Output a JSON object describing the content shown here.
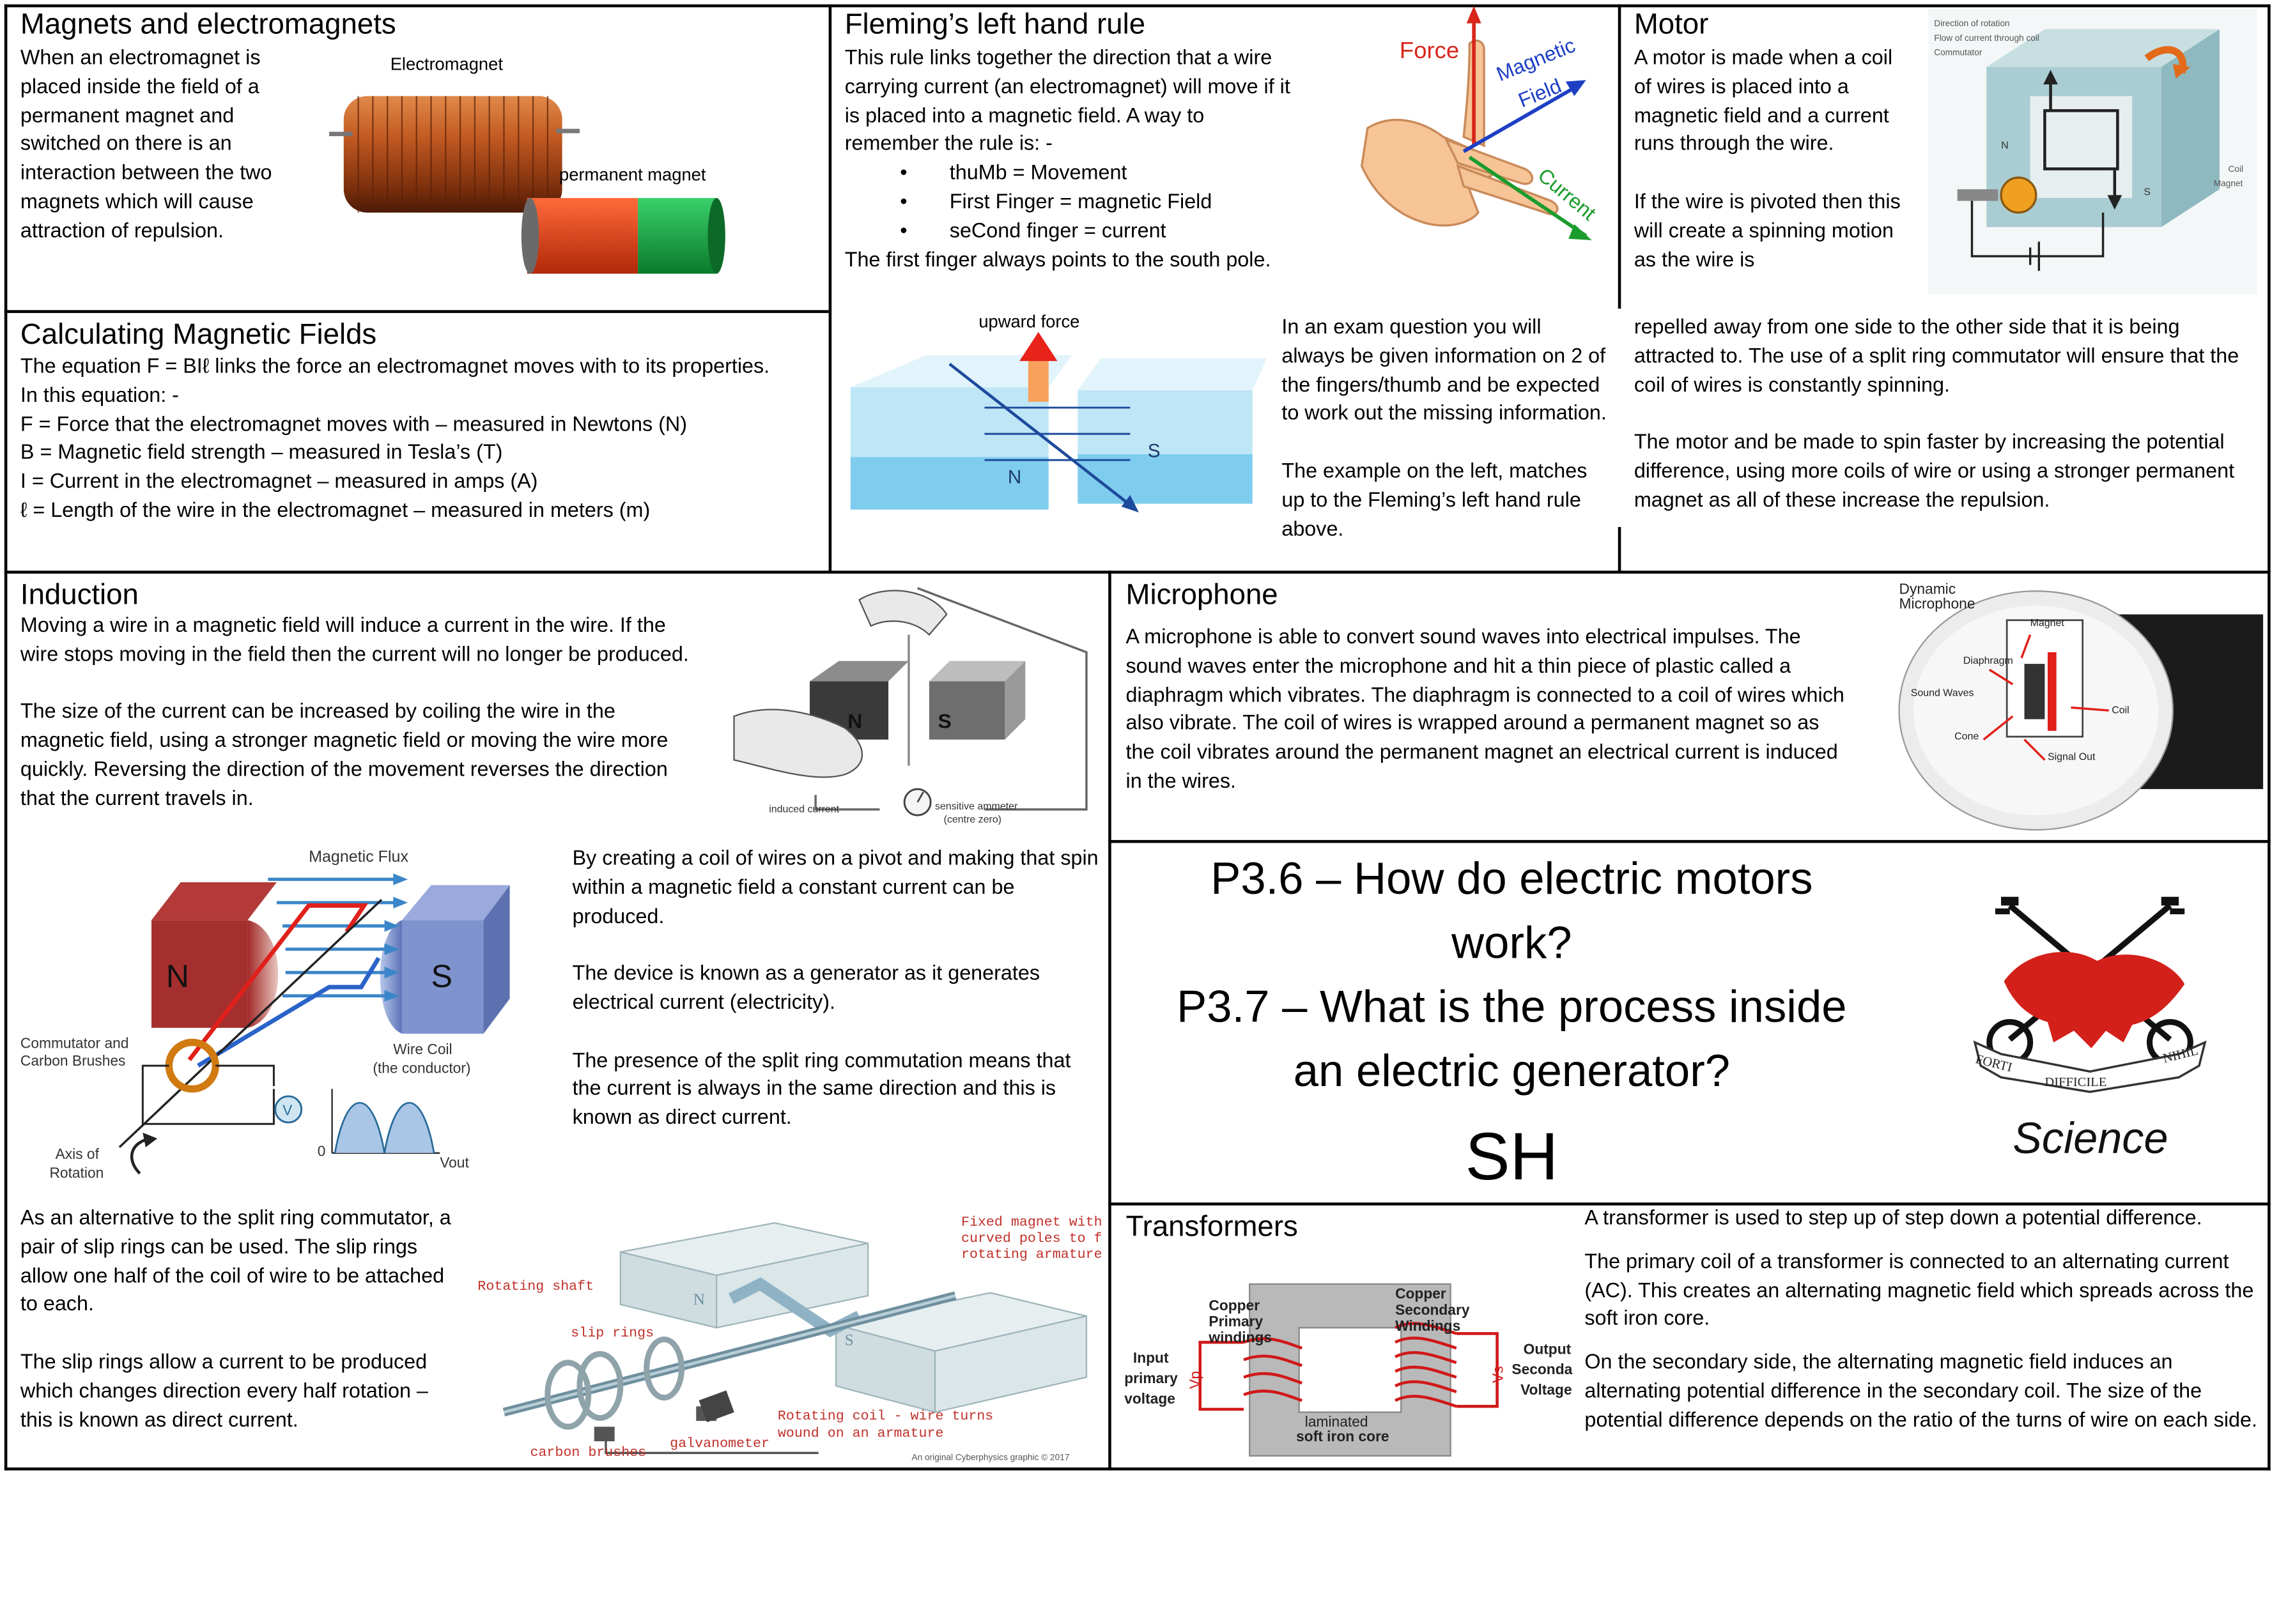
{
  "magnets": {
    "heading": "Magnets and electromagnets",
    "body": "When an electromagnet is placed inside the field of a permanent magnet and switched on there is an interaction between the two magnets which will cause attraction of repulsion.",
    "figure": {
      "electromagnet_label": "Electromagnet",
      "permanent_label": "permanent magnet"
    }
  },
  "calculating": {
    "heading": "Calculating Magnetic Fields",
    "lines": [
      "The equation F = BIℓ links the force an electromagnet moves with to its properties.",
      "In this equation: -",
      "F = Force that the electromagnet moves with – measured in Newtons (N)",
      "B = Magnetic field strength – measured in Tesla’s (T)",
      "I = Current in the electromagnet – measured in amps (A)",
      "ℓ = Length of the wire in the electromagnet – measured in meters (m)"
    ]
  },
  "fleming": {
    "heading": "Fleming’s left hand rule",
    "intro": "This rule links together the direction that a wire carrying current (an electromagnet) will move if it is placed into a magnetic field. A way to remember the rule is: -",
    "bullets": [
      "thuMb = Movement",
      "First Finger = magnetic Field",
      "seCond finger = current"
    ],
    "outro": "The first finger always points to the south pole.",
    "hand_labels": {
      "force": "Force",
      "field_1": "Magnetic",
      "field_2": "Field",
      "current": "Current"
    },
    "diagram_labels": {
      "upward": "upward force",
      "north": "N",
      "south": "S"
    },
    "exam_1": "In an exam question you will always be given information on 2 of the fingers/thumb and be expected to work out the missing information.",
    "exam_2": "The example on the left, matches up to the Fleming’s left hand rule above."
  },
  "motor": {
    "heading": "Motor",
    "para_1": "A motor is made when a coil of wires is placed into a magnetic field and a current runs through the wire.",
    "para_2": "If the wire is pivoted then this will create a spinning motion as the wire is",
    "para_3": "repelled away from one side to the other side that it is being attracted to. The use of a split ring commutator will ensure that the coil of wires is constantly spinning.",
    "para_4": "The motor and be made to spin faster by increasing the potential difference, using more coils of wire or using a stronger permanent magnet as all of these increase the repulsion.",
    "figure": {
      "direction_rotation": "Direction of rotation",
      "flow_current": "Flow of current through coil",
      "commutator": "Commutator",
      "coil": "Coil",
      "magnet": "Magnet",
      "north": "N",
      "south": "S"
    }
  },
  "induction": {
    "heading": "Induction",
    "para_1": "Moving a wire in a magnetic field will induce a current in the wire. If the wire stops moving in the field then the current will no longer be produced.",
    "para_2": "The size of the current can be increased by coiling the wire in the magnetic field, using a stronger magnetic field or moving the wire more quickly.  Reversing the direction of the movement reverses the direction that the current travels in.",
    "figure": {
      "north": "N",
      "south": "S",
      "induced": "induced current",
      "ammeter": "sensitive ammeter",
      "centre": "(centre zero)"
    },
    "gen_1": "By creating a coil of wires on a pivot and making that spin within a magnetic field a constant current can be produced.",
    "gen_2": "The device is known as a generator as it generates electrical current (electricity).",
    "gen_3": "The presence of the split ring commutation means that the current is always in the same direction and this is known as direct current.",
    "gen_figure": {
      "flux": "Magnetic Flux",
      "north": "N",
      "south": "S",
      "commutator_1": "Commutator and",
      "commutator_2": "Carbon Brushes",
      "wire_coil": "Wire Coil",
      "conductor": "(the conductor)",
      "axis_1": "Axis of",
      "axis_2": "Rotation",
      "vout": "Vout",
      "zero": "0",
      "volt": "V"
    },
    "slip_1": "As an alternative to the split ring commutator, a pair of slip rings can be used. The slip rings allow one half of the coil of wire to be attached to each.",
    "slip_2": "The slip rings allow a current to be produced which changes direction every half rotation – this is known as direct current.",
    "slip_figure": {
      "fixed_1": "Fixed magnet with",
      "fixed_2": "curved poles to fit",
      "fixed_3": "rotating armature",
      "shaft": "Rotating shaft",
      "rings": "slip rings",
      "coil_1": "Rotating coil - wire turns",
      "coil_2": "wound on an armature",
      "brushes": "carbon brushes",
      "galv": "galvanometer",
      "credit": "An original Cyberphysics graphic © 2017",
      "north": "N",
      "south": "S"
    }
  },
  "microphone": {
    "heading": "Microphone",
    "body": "A microphone is able to convert sound waves into electrical impulses. The sound waves enter the microphone and hit a thin piece of plastic called a diaphragm which vibrates. The diaphragm is connected to a coil of wires which also vibrate. The coil of wires is wrapped around a permanent magnet so as the coil vibrates around the permanent magnet an electrical current is induced in the wires.",
    "figure": {
      "title_1": "Dynamic",
      "title_2": "Microphone",
      "magnet": "Magnet",
      "diaphragm": "Diaphragm",
      "sound": "Sound Waves",
      "coil": "Coil",
      "cone": "Cone",
      "signal": "Signal Out"
    }
  },
  "title_box": {
    "line_1": "P3.6 – How do electric motors",
    "line_2": "work?",
    "line_3": "P3.7 – What is the process inside",
    "line_4": "an electric generator?",
    "tier": "SH",
    "logo_motto_1": "FORTI",
    "logo_motto_2": "DIFFICILE",
    "logo_motto_3": "NIHIL",
    "logo_caption": "Science"
  },
  "transformers": {
    "heading": "Transformers",
    "para_1": "A transformer is used to step up of step down a potential difference.",
    "para_2": "The primary coil of a transformer is connected to an alternating current (AC). This creates an alternating magnetic field which spreads across the soft iron core.",
    "para_3": "On the secondary side, the alternating magnetic field induces an alternating potential difference in the secondary coil. The size of the potential difference depends on the ratio of the turns of wire on each side.",
    "figure": {
      "copper_p1": "Copper",
      "copper_p2": "Primary",
      "copper_p3": "windings",
      "copper_s1": "Copper",
      "copper_s2": "Secondary",
      "copper_s3": "Windings",
      "input_1": "Input",
      "input_2": "primary",
      "input_3": "voltage",
      "output_1": "Output",
      "output_2": "Secondary",
      "output_3": "Voltage",
      "core_1": "laminated",
      "core_2": "soft iron core",
      "vp": "Vp",
      "vs": "Vs"
    }
  }
}
